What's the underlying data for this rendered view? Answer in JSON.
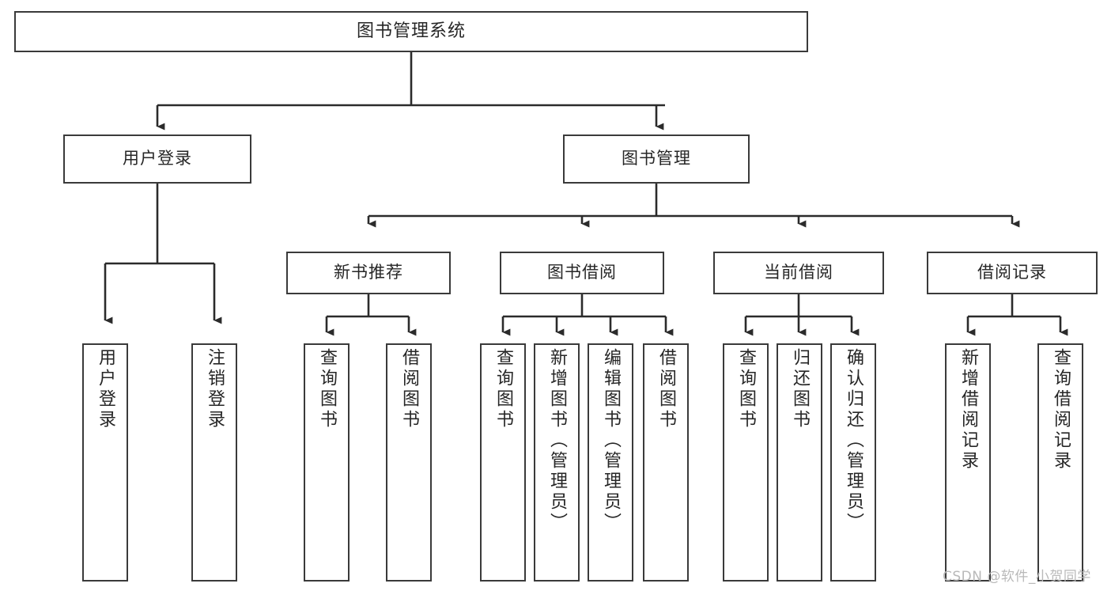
{
  "diagram": {
    "type": "tree-hierarchy",
    "title": "图书管理系统",
    "orientation": "top-down",
    "colors": {
      "box_border": "#3a3a3a",
      "box_fill": "#ffffff",
      "connector": "#2b2b2b",
      "text": "#262626",
      "watermark": "#b9b9b9",
      "page_background": "#ffffff"
    },
    "levels": {
      "level0": [
        "图书管理系统"
      ],
      "level1": [
        "用户登录",
        "图书管理"
      ],
      "level2": [
        "新书推荐",
        "图书借阅",
        "当前借阅",
        "借阅记录"
      ],
      "level3": [
        "用户登录",
        "注销登录",
        "查询图书",
        "借阅图书",
        "查询图书",
        "新增图书（管理员）",
        "编辑图书（管理员）",
        "借阅图书",
        "查询图书",
        "归还图书",
        "确认归还（管理员）",
        "新增借阅记录",
        "查询借阅记录"
      ]
    },
    "nodes": {
      "root": {
        "label": "图书管理系统"
      },
      "user_login": {
        "label": "用户登录"
      },
      "book_manage": {
        "label": "图书管理"
      },
      "new_book_rec": {
        "label": "新书推荐"
      },
      "book_borrow": {
        "label": "图书借阅"
      },
      "current_borrow": {
        "label": "当前借阅"
      },
      "borrow_record": {
        "label": "借阅记录"
      },
      "leaf_user_login": {
        "label": "用户登录"
      },
      "leaf_logout": {
        "label": "注销登录"
      },
      "leaf_query_book_1": {
        "label": "查询图书"
      },
      "leaf_borrow_book_1": {
        "label": "借阅图书"
      },
      "leaf_query_book_2": {
        "label": "查询图书"
      },
      "leaf_add_book_admin": {
        "label": "新增图书（管理员）"
      },
      "leaf_edit_book_admin": {
        "label": "编辑图书（管理员）"
      },
      "leaf_borrow_book_2": {
        "label": "借阅图书"
      },
      "leaf_query_book_3": {
        "label": "查询图书"
      },
      "leaf_return_book": {
        "label": "归还图书"
      },
      "leaf_confirm_return_admin": {
        "label": "确认归还（管理员）"
      },
      "leaf_add_borrow_record": {
        "label": "新增借阅记录"
      },
      "leaf_query_borrow_record": {
        "label": "查询借阅记录"
      }
    },
    "edges": [
      {
        "from": "root",
        "to": "user_login"
      },
      {
        "from": "root",
        "to": "book_manage"
      },
      {
        "from": "user_login",
        "to": "leaf_user_login"
      },
      {
        "from": "user_login",
        "to": "leaf_logout"
      },
      {
        "from": "book_manage",
        "to": "new_book_rec"
      },
      {
        "from": "book_manage",
        "to": "book_borrow"
      },
      {
        "from": "book_manage",
        "to": "current_borrow"
      },
      {
        "from": "book_manage",
        "to": "borrow_record"
      },
      {
        "from": "new_book_rec",
        "to": "leaf_query_book_1"
      },
      {
        "from": "new_book_rec",
        "to": "leaf_borrow_book_1"
      },
      {
        "from": "book_borrow",
        "to": "leaf_query_book_2"
      },
      {
        "from": "book_borrow",
        "to": "leaf_add_book_admin"
      },
      {
        "from": "book_borrow",
        "to": "leaf_edit_book_admin"
      },
      {
        "from": "book_borrow",
        "to": "leaf_borrow_book_2"
      },
      {
        "from": "current_borrow",
        "to": "leaf_query_book_3"
      },
      {
        "from": "current_borrow",
        "to": "leaf_return_book"
      },
      {
        "from": "current_borrow",
        "to": "leaf_confirm_return_admin"
      },
      {
        "from": "borrow_record",
        "to": "leaf_add_borrow_record"
      },
      {
        "from": "borrow_record",
        "to": "leaf_query_borrow_record"
      }
    ]
  },
  "watermark": {
    "text": "CSDN @软件_小贺同学"
  }
}
